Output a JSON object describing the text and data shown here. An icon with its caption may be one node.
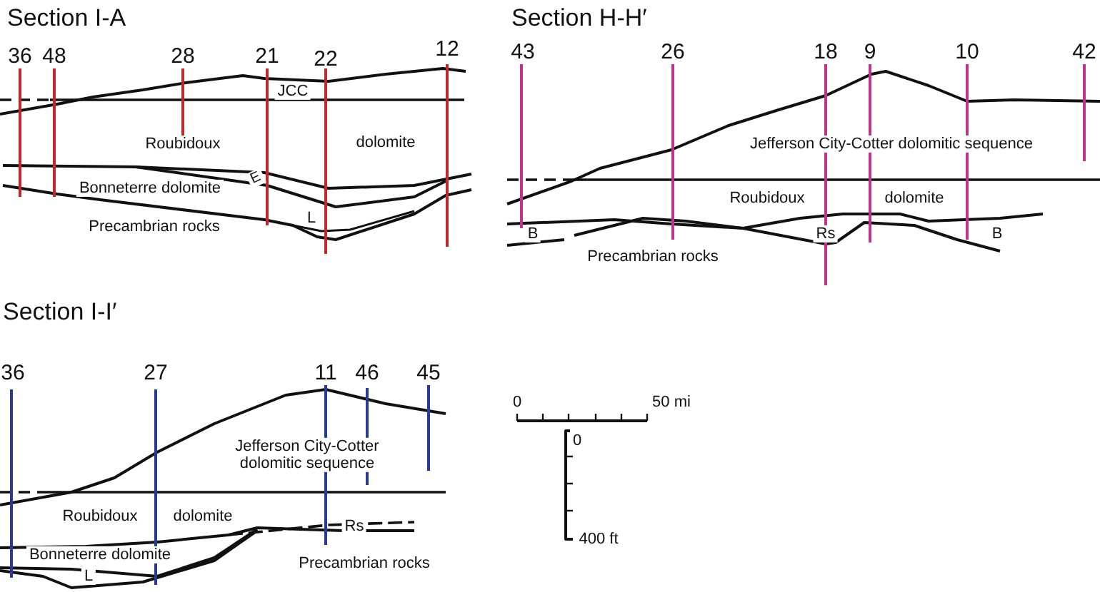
{
  "diagram": {
    "labels": [
      "Section I-A",
      "36",
      "48",
      "28",
      "21",
      "22",
      "12",
      "JCC",
      "Roubidoux",
      "dolomite",
      "E",
      "Bonneterre dolomite",
      "L",
      "Precambrian rocks",
      "Section H-H′",
      "43",
      "26",
      "18",
      "9",
      "10",
      "42",
      "Jefferson City-Cotter dolomitic sequence",
      "Roubidoux",
      "dolomite",
      "B",
      "Rs",
      "B",
      "Precambrian rocks",
      "Section I-I′",
      "36",
      "27",
      "11",
      "46",
      "45",
      "Jefferson City-Cotter dolomitic sequence",
      "Roubidoux",
      "dolomite",
      "Rs",
      "Bonneterre dolomite",
      "L",
      "Precambrian rocks",
      "0",
      "50 mi",
      "0",
      "400 ft"
    ]
  }
}
